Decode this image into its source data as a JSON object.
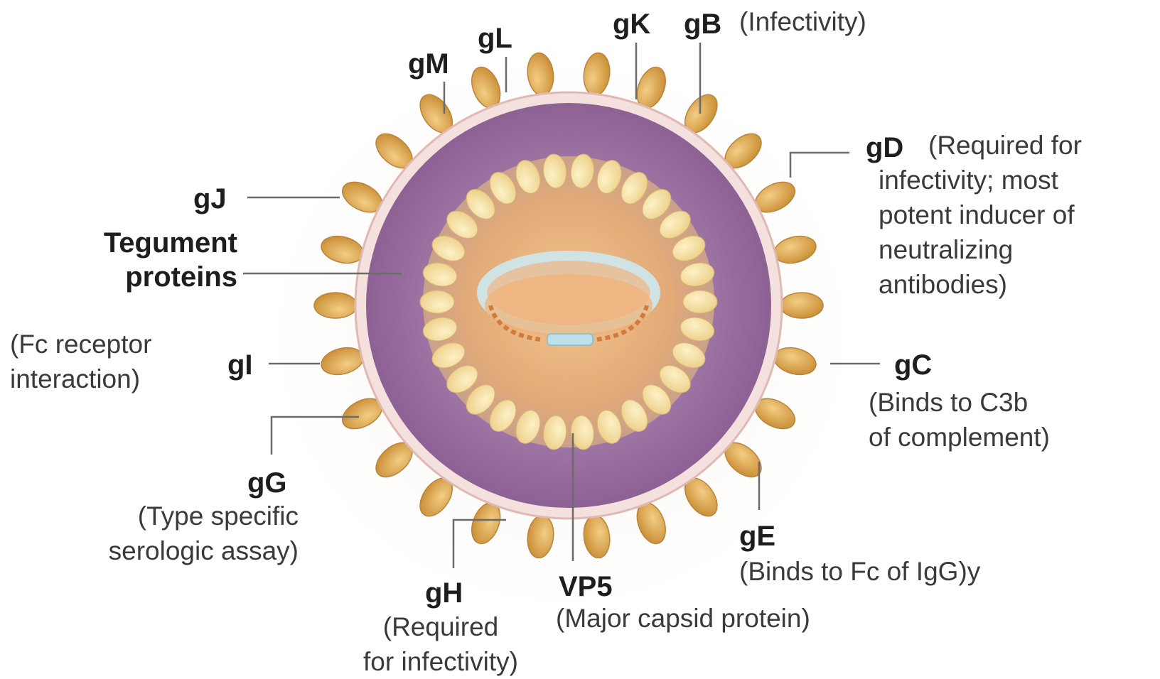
{
  "diagram": {
    "colors": {
      "envelope": "#f3dcdc",
      "tegument": "#9a6fa0",
      "capsid_fill": "#e8b987",
      "spike": "#dca652",
      "capsomer": "#f7e2a4",
      "leader_line": "#6b6b6b"
    },
    "labels": {
      "gK": "gK",
      "gB": "gB",
      "gB_note": "(Infectivity)",
      "gL": "gL",
      "gM": "gM",
      "gJ": "gJ",
      "tegument": "Tegument\nproteins",
      "gI": "gI",
      "gI_note": "(Fc receptor\ninteraction)",
      "gG": "gG",
      "gG_note": "(Type specific\nserologic assay)",
      "gH": "gH",
      "gH_note": "(Required\nfor infectivity)",
      "vp5": "VP5",
      "vp5_note": "(Major capsid protein)",
      "gE": "gE",
      "gE_note": "(Binds to Fc of IgG)y",
      "gC": "gC",
      "gC_note": "(Binds to C3b\nof complement)",
      "gD": "gD",
      "gD_note_first": "(Required for",
      "gD_note_rest": "infectivity; most\npotent inducer of\nneutralizing\nantibodies)"
    }
  }
}
